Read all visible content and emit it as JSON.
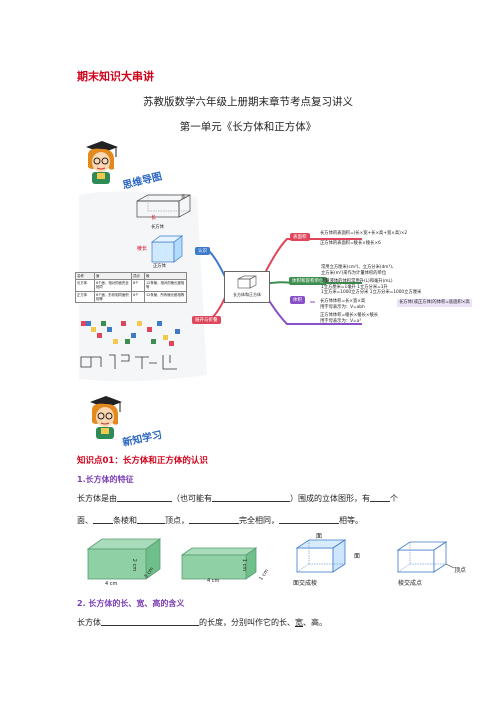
{
  "header": {
    "banner": "期末知识大串讲",
    "title": "苏教版数学六年级上册期末章节考点复习讲义",
    "unit": "第一单元《长方体和正方体》"
  },
  "mindmap": {
    "badge": "思维导图",
    "center": "长方体和正方体",
    "left": {
      "cuboid_label": "长方体",
      "length_label": "长",
      "width_label": "宽",
      "edge_label": "棱长",
      "cube_label": "正方体",
      "table_headers": [
        "名称",
        "面",
        "顶点",
        "棱"
      ],
      "table_rows": [
        [
          "长方体",
          "6个面，相对的面完全相同",
          "8个",
          "12条棱，相对的棱长度相等"
        ],
        [
          "正方体",
          "6个面，形状相同面积相等",
          "8个",
          "12条棱，所有棱长都相等"
        ]
      ]
    },
    "nodes": {
      "recognize": "认识",
      "surface_area": "表面积",
      "volume_units": "体积和容积单位",
      "volume": "体积",
      "unfold": "展开与折叠"
    },
    "notes": {
      "sa1": "长方体的表面积=(长×宽+长×高+宽×高)×2",
      "sa2": "正方体的表面积=棱长×棱长×6",
      "vu1": "常用立方厘米(cm³)、立方分米(dm³)、",
      "vu2": "立方米(m³)来作为计量体积的单位",
      "vu3": "计量液体的体积常用升(L)和毫升(mL)",
      "vu4": "1立方米=1000立方分米    1立方分米=1000立方厘米",
      "vu5": "1立方厘米=1毫升    1立方分米=1升",
      "v1": "长方体体积=长×宽×高",
      "v2": "用字母表示为：V=abh",
      "v3": "正方体体积=棱长×棱长×棱长",
      "v4": "用字母表示为：V=a³",
      "v5": "长方体(或正方体)的体积=底面积×高"
    }
  },
  "new_knowledge": {
    "badge": "新知学习",
    "point_title": "知识点01：长方体和正方体的认识",
    "sub1": "1.长方体的特征",
    "line1_parts": [
      "长方体是由",
      "（也可能有",
      "）围成的立体图形，有",
      "个"
    ],
    "line2_parts": [
      "面、",
      "条棱和",
      "顶点，",
      "完全相同，",
      "相等。"
    ],
    "fig1_labels": [
      "2 cm",
      "3 cm",
      "4 cm"
    ],
    "fig2_labels": [
      "1 cm",
      "1 cm",
      "4 cm"
    ],
    "fig3_labels": [
      "面",
      "面",
      "面交成棱"
    ],
    "fig4_labels": [
      "顶点",
      "棱交成点"
    ],
    "sub2": "2. 长方体的长、宽、高的含义",
    "line3_parts": [
      "长方体",
      "的长度，分别叫作它的长、",
      "宽",
      "、高。"
    ]
  },
  "colors": {
    "accent_red": "#d0021b",
    "sub_purple": "#7a3fb5",
    "node_red": "#e0465b",
    "node_green": "#3e8e50",
    "node_purple": "#8a4fc6",
    "node_blue": "#3d7ac9",
    "cube_green": "#7fc79b"
  }
}
